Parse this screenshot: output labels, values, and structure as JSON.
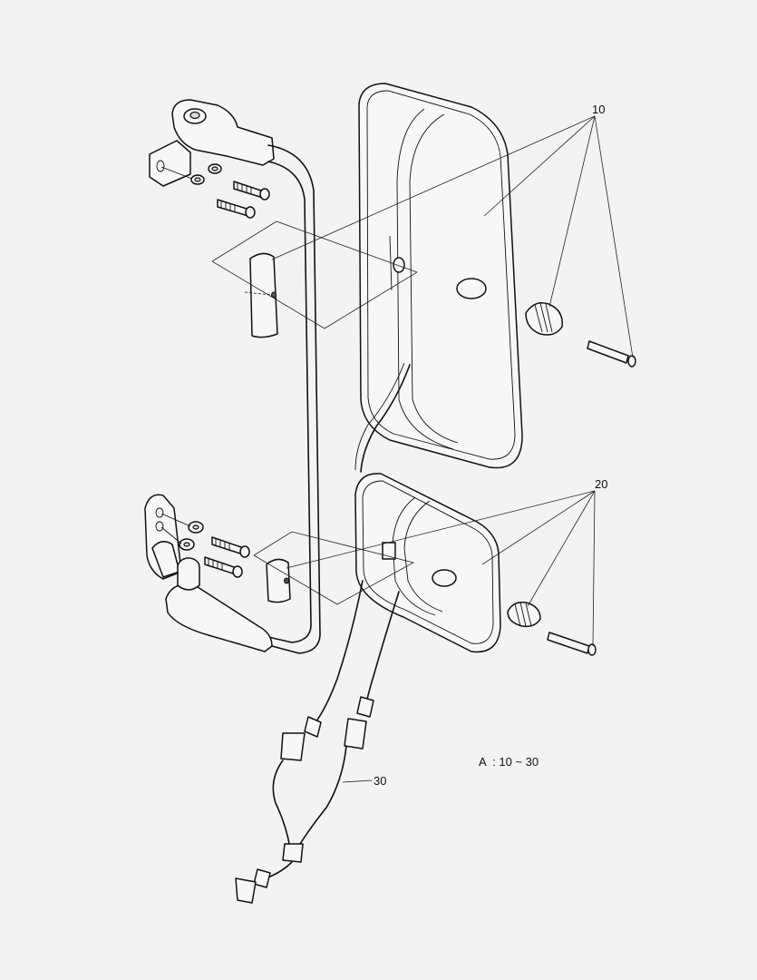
{
  "callouts": {
    "upper_mirror": "10",
    "lower_mirror": "20",
    "harness": "30"
  },
  "note": "A  : 10 ~ 30",
  "colors": {
    "background": "#f3f3f3",
    "line": "#111111"
  }
}
